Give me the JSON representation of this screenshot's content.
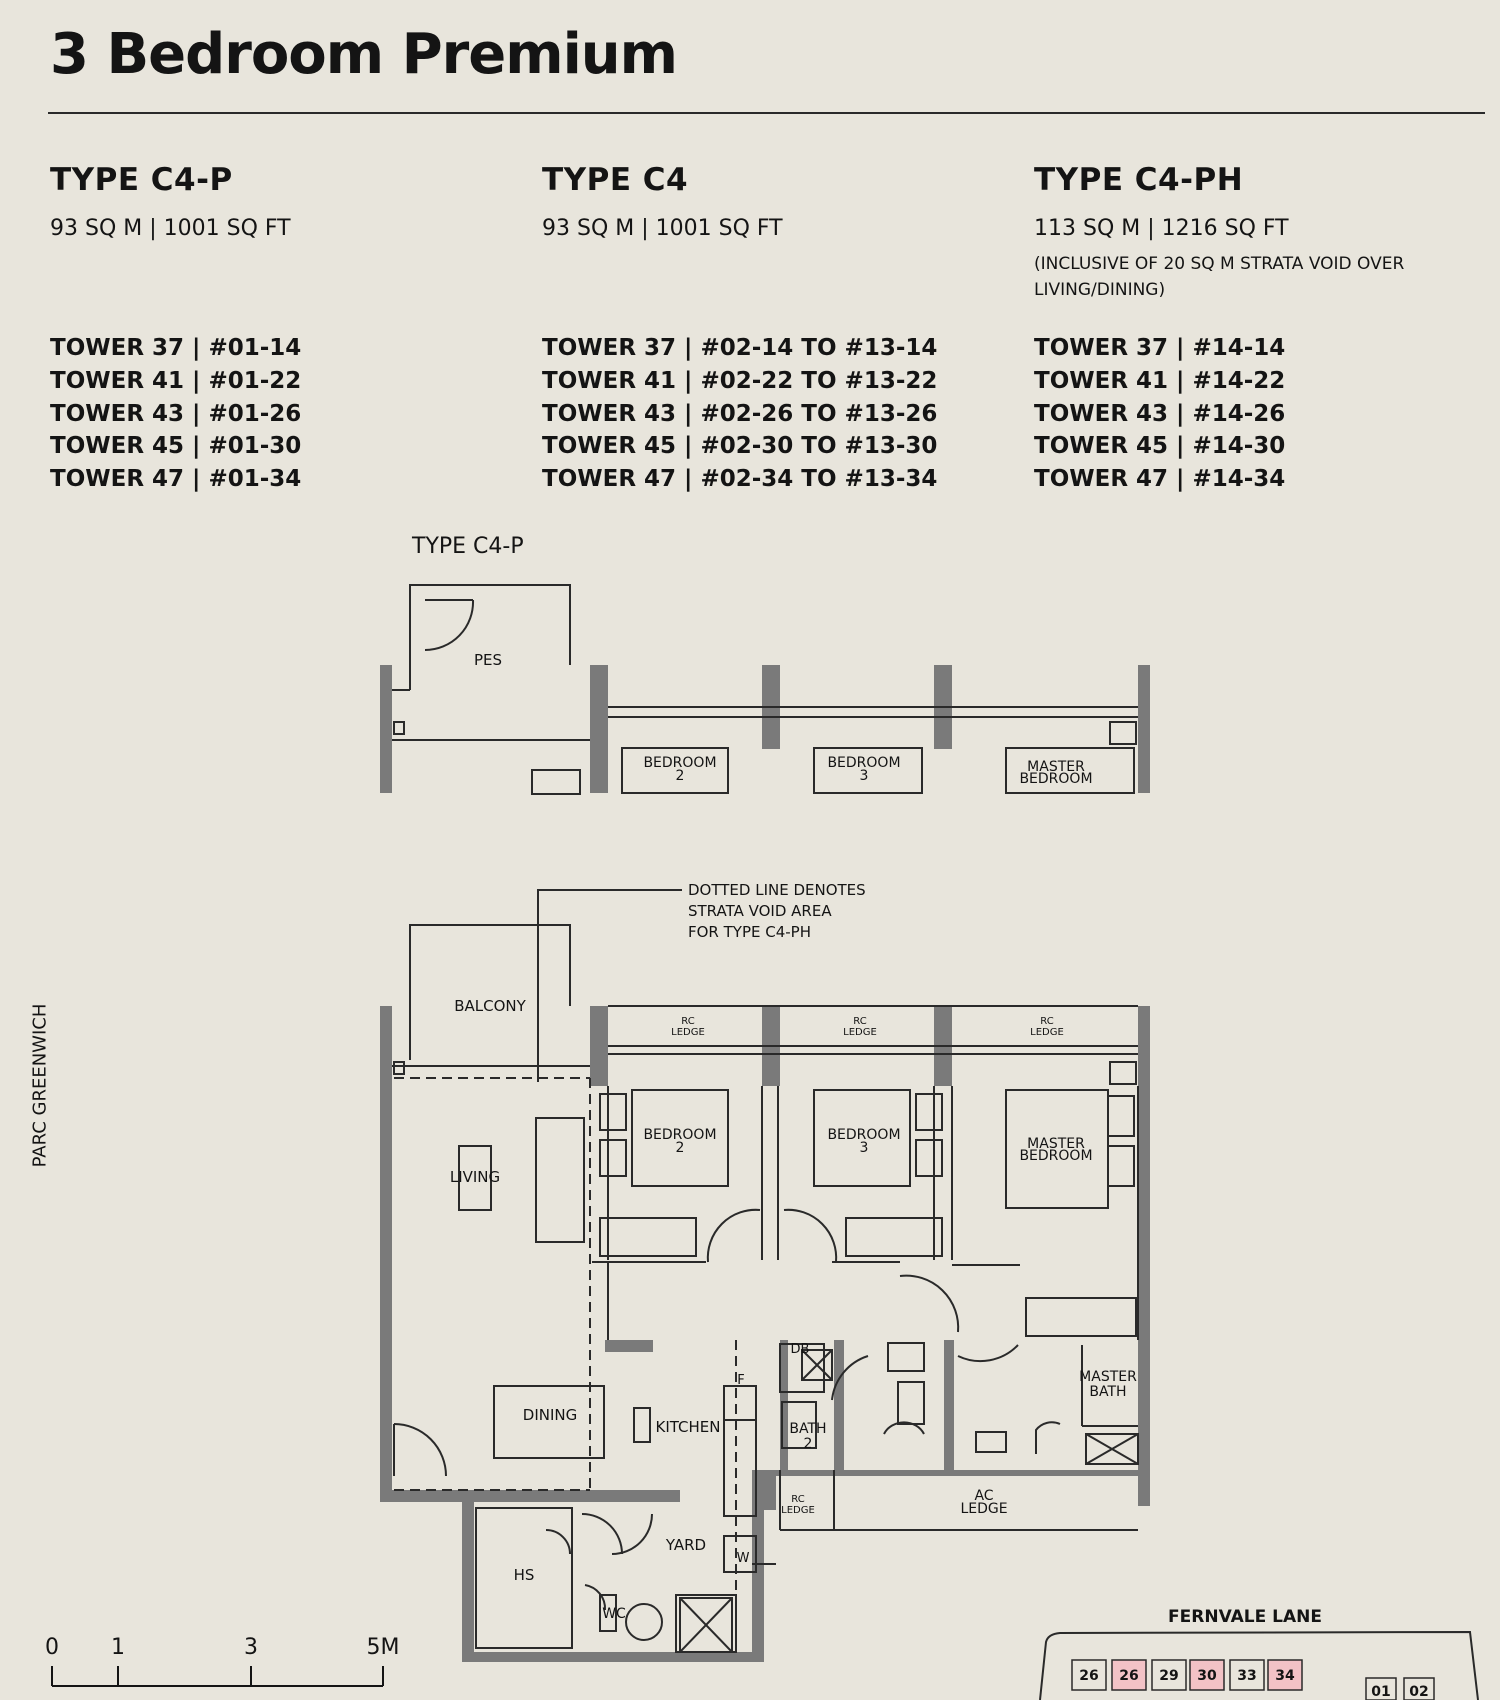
{
  "page": {
    "title": "3 Bedroom Premium",
    "side_text": "PARC GREENWICH"
  },
  "types": [
    {
      "name": "TYPE C4-P",
      "area": "93 SQ M | 1001 SQ FT",
      "note": "",
      "units": [
        "TOWER 37  |  #01-14",
        "TOWER 41  |  #01-22",
        "TOWER 43 |  #01-26",
        "TOWER 45 |  #01-30",
        "TOWER 47  |  #01-34"
      ]
    },
    {
      "name": "TYPE C4",
      "area": "93 SQ M | 1001 SQ FT",
      "note": "",
      "units": [
        "TOWER 37  |  #02-14 TO #13-14",
        "TOWER 41  |  #02-22 TO #13-22",
        "TOWER 43 |  #02-26 TO #13-26",
        "TOWER 45 |  #02-30 TO #13-30",
        "TOWER 47  |  #02-34 TO #13-34"
      ]
    },
    {
      "name": "TYPE C4-PH",
      "area": "113 SQ M | 1216 SQ FT",
      "note": "(INCLUSIVE OF 20 SQ M STRATA VOID OVER LIVING/DINING)",
      "units": [
        "TOWER 37  |  #14-14",
        "TOWER 41  |  #14-22",
        "TOWER 43 |  #14-26",
        "TOWER 45 |  #14-30",
        "TOWER 47  |  #14-34"
      ]
    }
  ],
  "plan": {
    "label": "TYPE C4-P",
    "annotation": [
      "DOTTED LINE DENOTES",
      "STRATA VOID AREA",
      "FOR TYPE C4-PH"
    ],
    "rooms": {
      "pes": "PES",
      "balcony": "BALCONY",
      "living": "LIVING",
      "dining": "DINING",
      "kitchen": "KITCHEN",
      "yard": "YARD",
      "hs": "HS",
      "wc": "WC",
      "bedroom2": [
        "BEDROOM",
        "2"
      ],
      "bedroom3": [
        "BEDROOM",
        "3"
      ],
      "master_bedroom": [
        "MASTER",
        "BEDROOM"
      ],
      "bath2": [
        "BATH",
        "2"
      ],
      "master_bath": [
        "MASTER",
        "BATH"
      ],
      "ac_ledge": [
        "AC",
        "LEDGE"
      ],
      "rc_ledge": [
        "RC",
        "LEDGE"
      ],
      "db": "DB",
      "fridge": "F",
      "washer": "W"
    },
    "scale": {
      "ticks": [
        "0",
        "1",
        "3",
        "5M"
      ]
    }
  },
  "keyplan": {
    "label": "FERNVALE LANE",
    "blocks": [
      {
        "label": "26",
        "highlight": false
      },
      {
        "label": "26",
        "highlight": true
      },
      {
        "label": "29",
        "highlight": false
      },
      {
        "label": "30",
        "highlight": true
      },
      {
        "label": "33",
        "highlight": false
      },
      {
        "label": "34",
        "highlight": true
      },
      {
        "label": "01",
        "highlight": false
      },
      {
        "label": "02",
        "highlight": false
      }
    ]
  },
  "colors": {
    "background": "#e8e5dc",
    "wall": "#7a7a7a",
    "ink": "#141414",
    "highlight": "#f2c2c6"
  }
}
